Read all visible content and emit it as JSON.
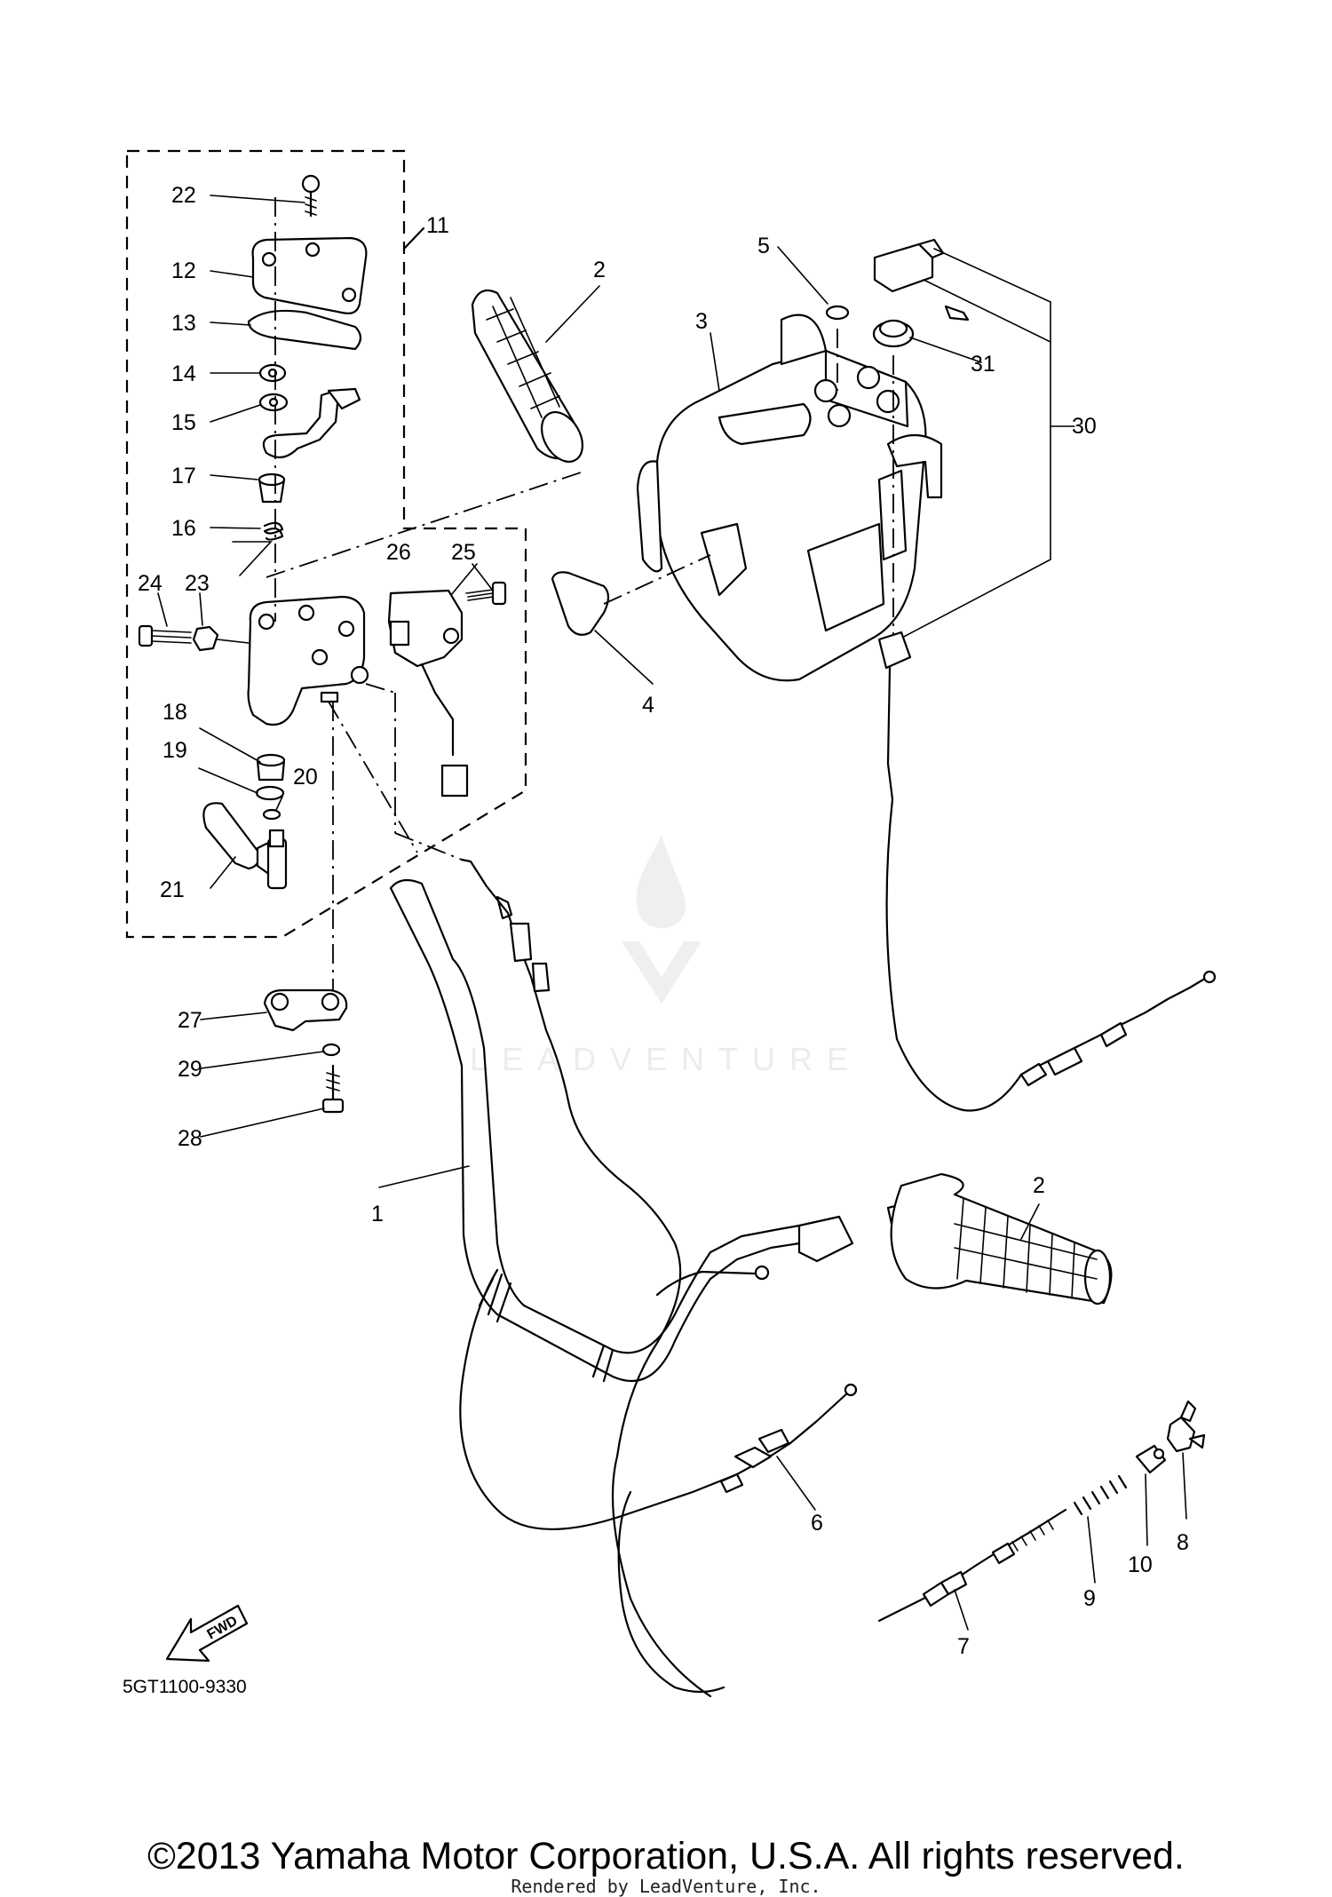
{
  "diagram": {
    "part_code": "5GT1100-9330",
    "fwd_label": "FWD",
    "copyright": "©2013 Yamaha Motor Corporation, U.S.A. All rights reserved.",
    "rendered_by": "Rendered by LeadVenture, Inc.",
    "watermark": "LEADVENTURE",
    "callouts": [
      "1",
      "2",
      "2",
      "3",
      "4",
      "5",
      "6",
      "7",
      "8",
      "9",
      "10",
      "11",
      "12",
      "13",
      "14",
      "15",
      "16",
      "17",
      "18",
      "19",
      "20",
      "21",
      "22",
      "23",
      "24",
      "25",
      "26",
      "27",
      "28",
      "29",
      "30",
      "31"
    ]
  }
}
